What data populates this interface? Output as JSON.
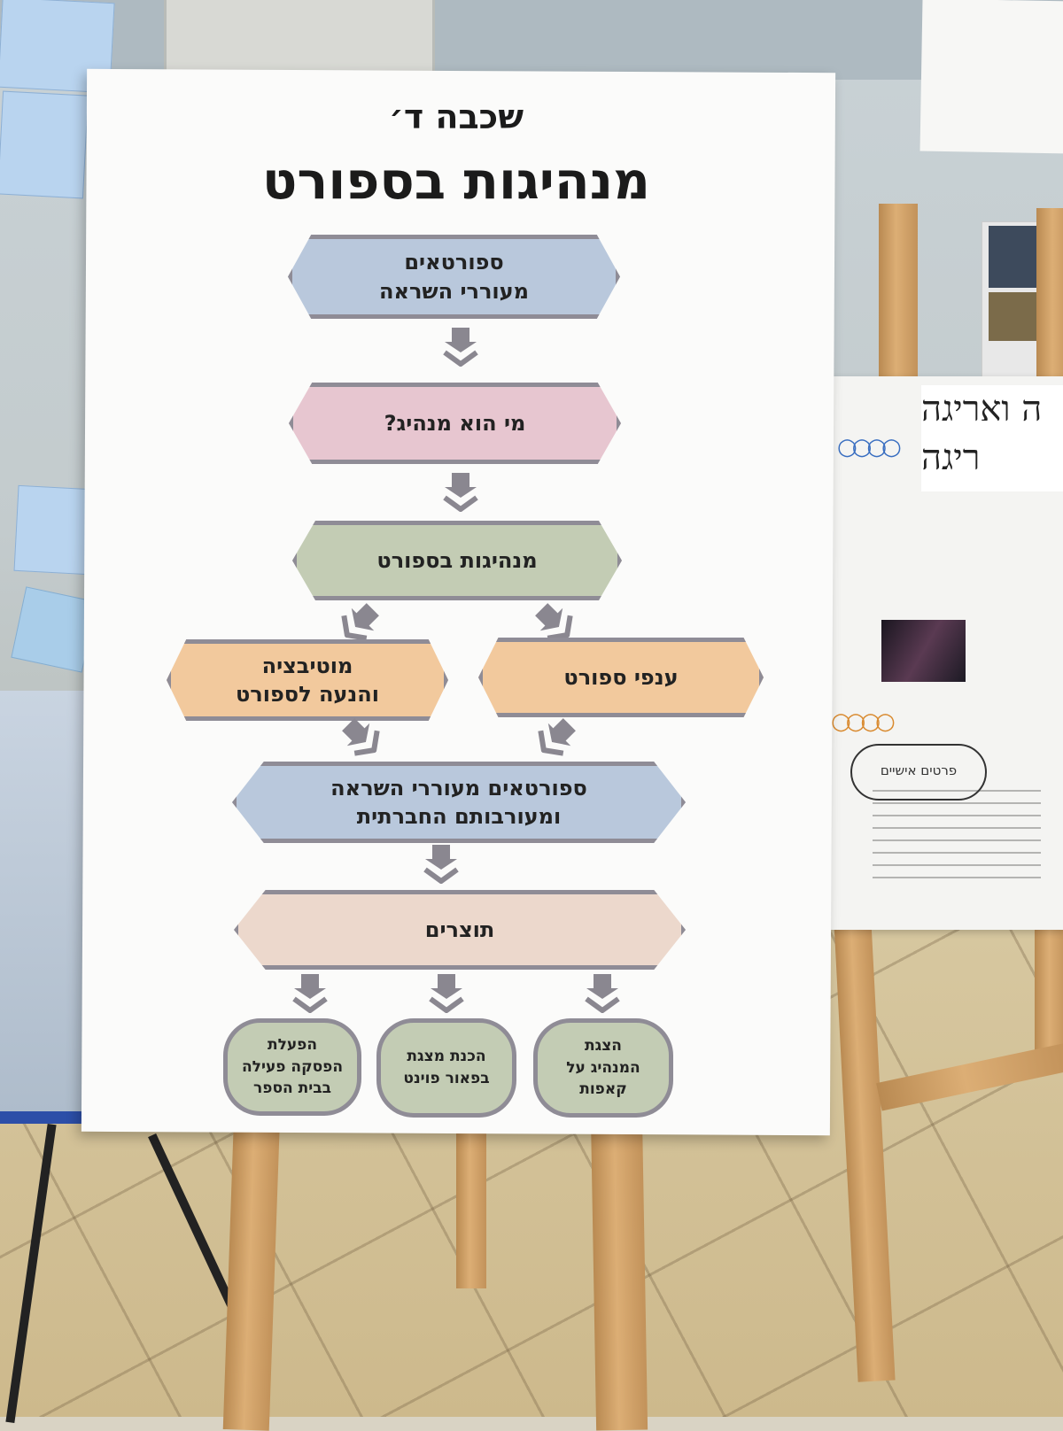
{
  "poster": {
    "grade": "שכבה ד׳",
    "title": "מנהיגות בספורט",
    "boxes": {
      "inspiring_line1": "ספורטאים",
      "inspiring_line2": "מעוררי השראה",
      "who_is_leader": "מי הוא מנהיג?",
      "leadership": "מנהיגות בספורט",
      "motivation_line1": "מוטיבציה",
      "motivation_line2": "והנעה לספורט",
      "sports_branches": "ענפי ספורט",
      "athletes_line1": "ספורטאים מעוררי השראה",
      "athletes_line2": "ומעורבותם החברתית",
      "products": "תוצרים"
    },
    "products": [
      {
        "line1": "הפעלת",
        "line2": "הפסקה פעילה",
        "line3": "בבית הספר"
      },
      {
        "line1": "הכנת מצגת",
        "line2": "בפאור פוינט",
        "line3": ""
      },
      {
        "line1": "הצגת",
        "line2": "המנהיג על",
        "line3": "קאפות"
      }
    ],
    "colors": {
      "blue": "#b9c8dc",
      "pink": "#e7c6d0",
      "green": "#c3ccb4",
      "orange": "#f2c99d",
      "peach": "#ecd8cc",
      "arrow": "#8a8790"
    }
  },
  "side_board": {
    "cloud_note": "פרטים אישיים"
  }
}
